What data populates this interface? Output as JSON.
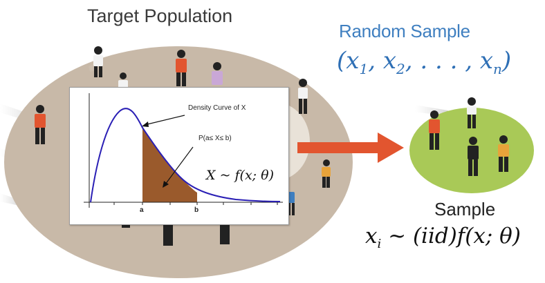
{
  "titles": {
    "target_population": "Target Population",
    "random_sample": "Random Sample",
    "sample": "Sample"
  },
  "formulas": {
    "tuple_x1": "x",
    "tuple_sub1": "1",
    "tuple_x2": "x",
    "tuple_sub2": "2",
    "tuple_dots": ". . . ,",
    "tuple_xn": "x",
    "tuple_subn": "n",
    "iid_x": "x",
    "iid_sub": "i",
    "iid_rest": "~ (iid)f(x; θ)",
    "dist": "X ~ f(x; θ)"
  },
  "density_plot": {
    "curve_label": "Density Curve of X",
    "prob_label": "P(a≤ X≤ b)",
    "tick_a": "a",
    "tick_b": "b"
  },
  "colors": {
    "population_ellipse": "#c8b9a8",
    "population_inner": "#e9e2d8",
    "sample_ellipse": "#a9c957",
    "arrow": "#e2552f",
    "curve": "#2a1fb5",
    "shaded_area": "#9a5a2c",
    "random_sample_text": "#3f7fc0"
  }
}
